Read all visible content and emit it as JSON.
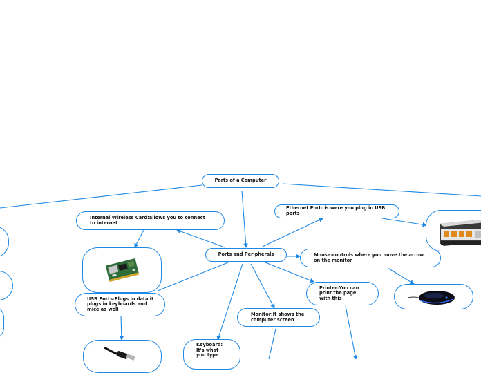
{
  "root": {
    "label": "Parts of a Computer"
  },
  "hub": {
    "label": "Ports and Peripherals"
  },
  "branches": {
    "wireless_card": "Internal Wireless Card:allows you to connect to internet",
    "ethernet": "Ethernet Port: is were you plug in USB ports",
    "usb": "USB Ports:Plugs in data it plugs in keyboards and mice as well",
    "mouse": "Mouse:controls where you move the arrow on the monitor",
    "printer": "Printer:You can print the  page with this",
    "monitor": "Monitor:It shows the computer screen",
    "keyboard": "Keyboard: It's what you type"
  },
  "colors": {
    "line": "#1e88e5",
    "border": "#1e88e5",
    "text": "#111111"
  },
  "icons": {
    "wireless_card": "wireless-card-photo",
    "router": "ethernet-router-photo",
    "mouse": "mouse-photo",
    "usb_cable": "usb-cable-photo"
  }
}
